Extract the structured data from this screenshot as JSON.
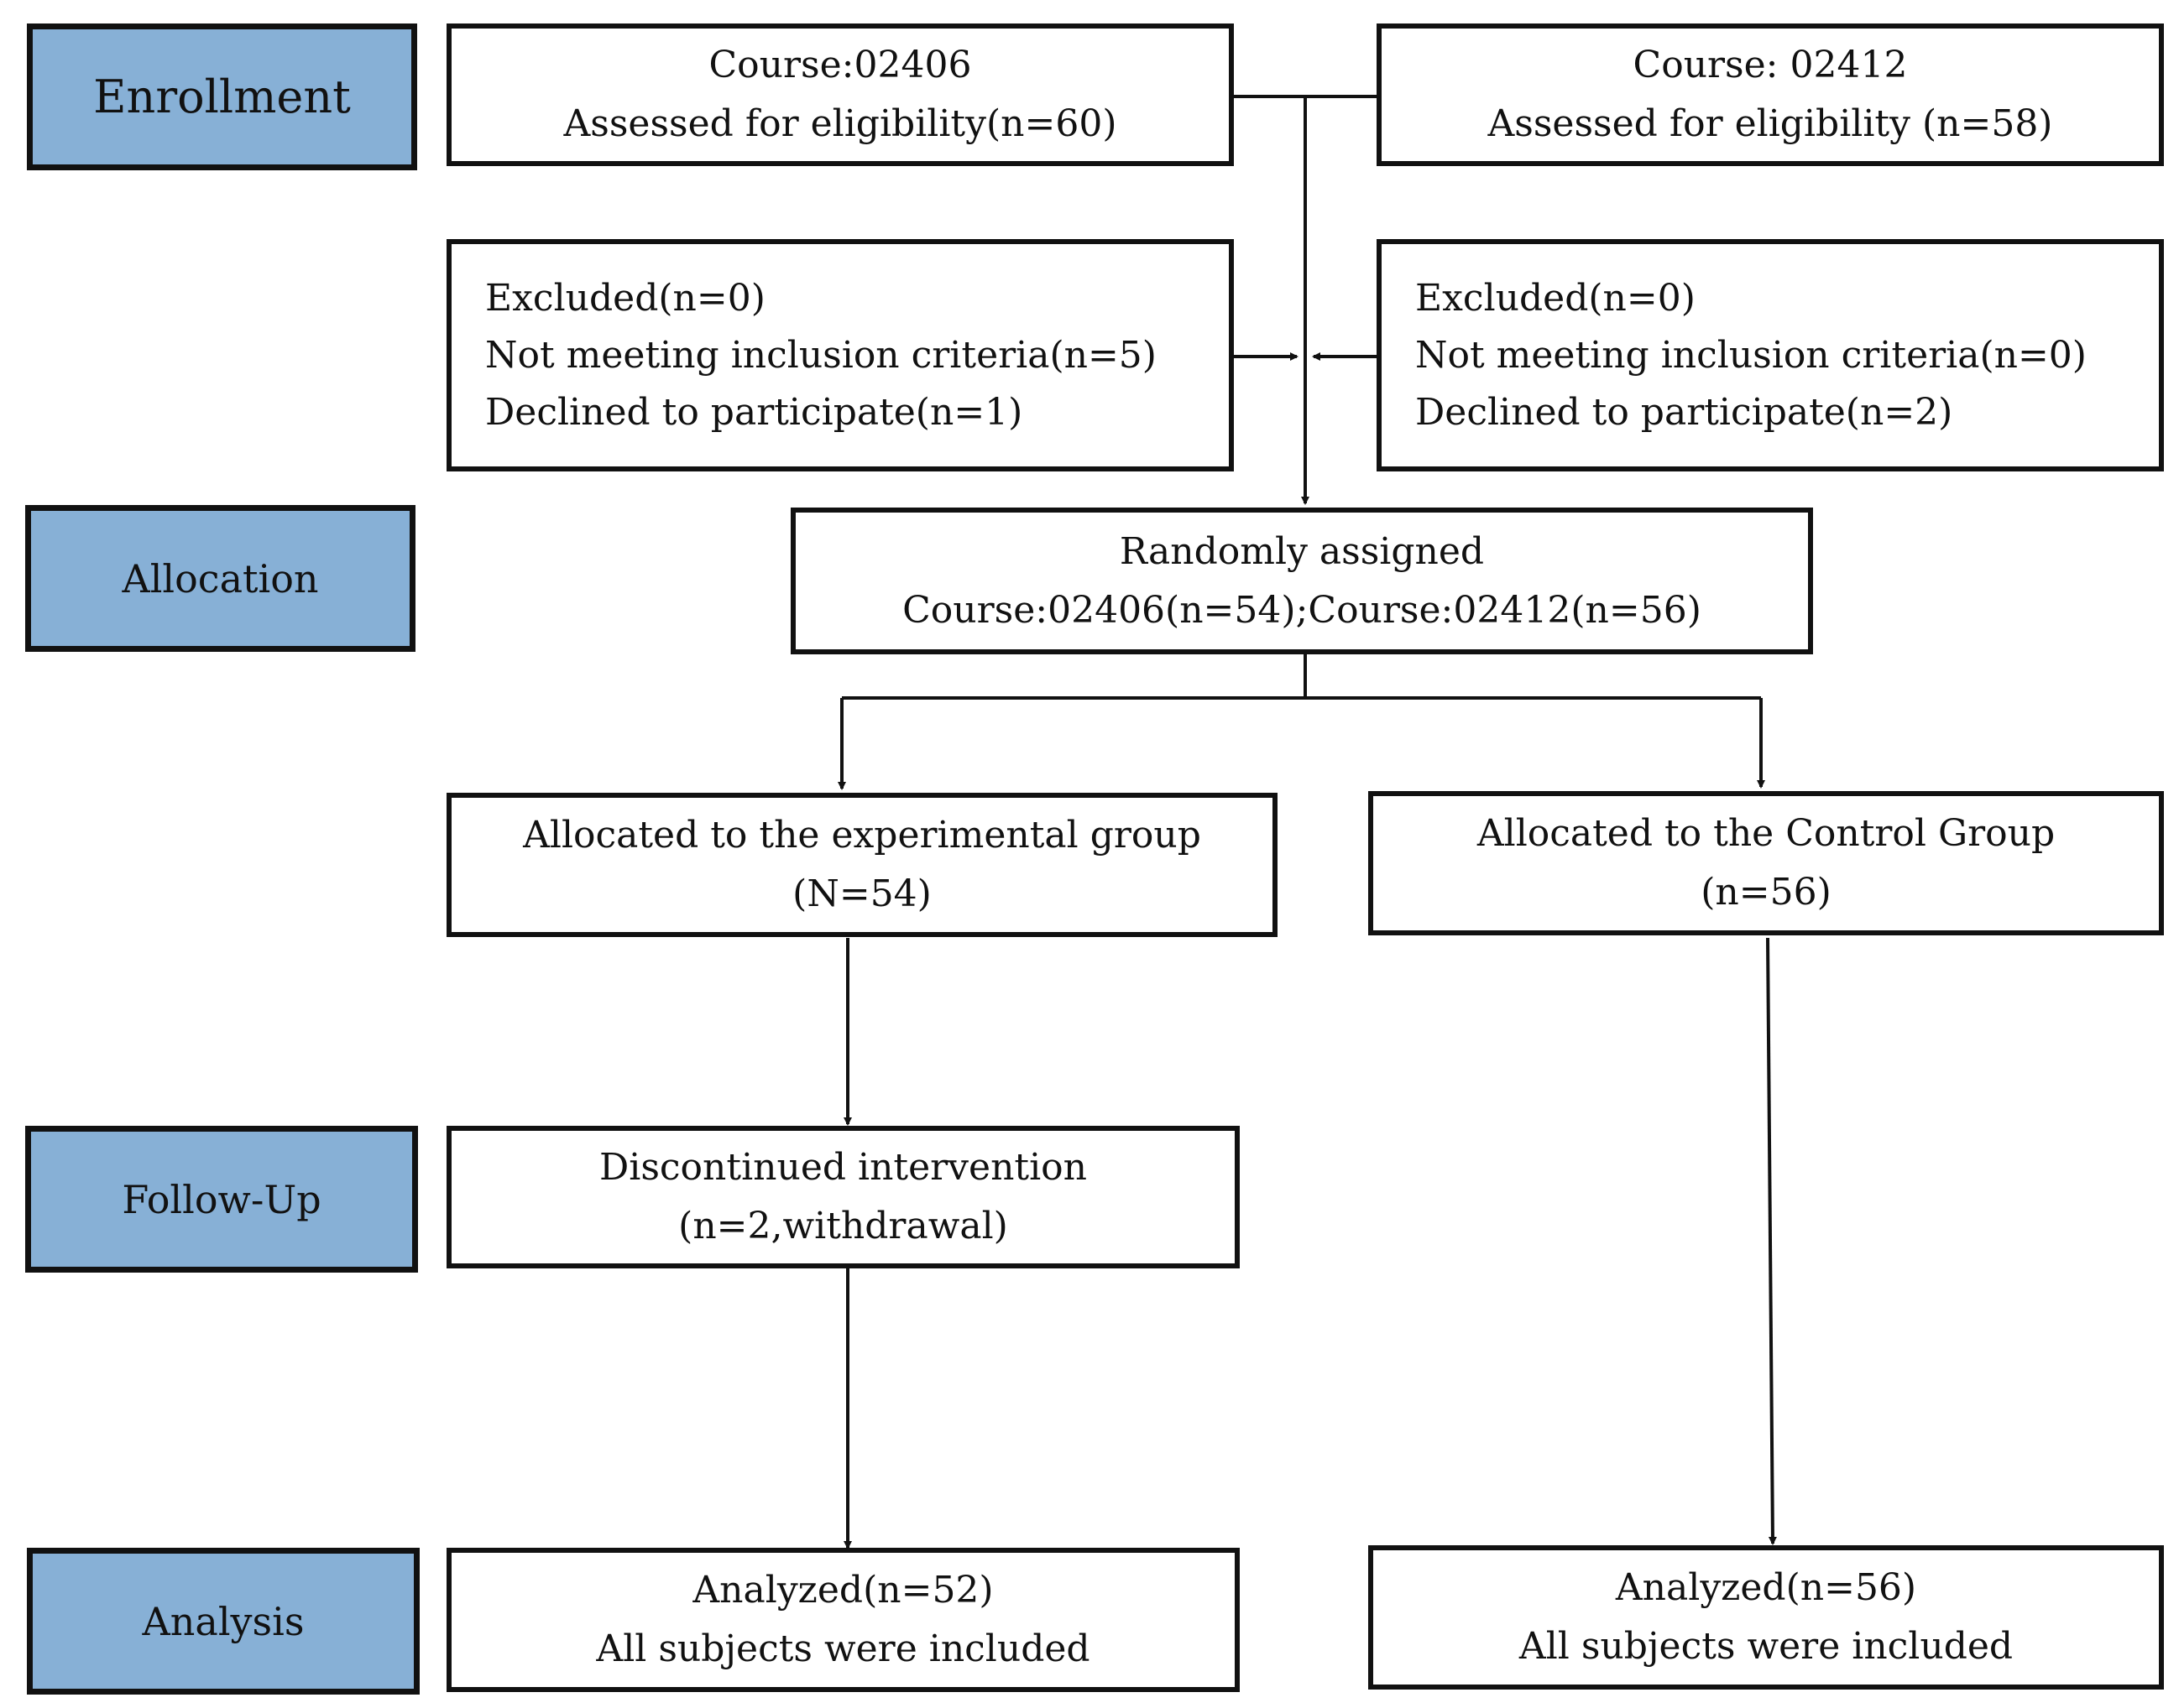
{
  "stages": {
    "enrollment": "Enrollment",
    "allocation": "Allocation",
    "follow_up": "Follow-Up",
    "analysis": "Analysis"
  },
  "enroll_left": {
    "line1": "Course:02406",
    "line2": "Assessed for eligibility(n=60)"
  },
  "enroll_right": {
    "line1": "Course: 02412",
    "line2": "Assessed for eligibility (n=58)"
  },
  "excluded_left": {
    "line1": "Excluded(n=0)",
    "line2": "Not meeting inclusion criteria(n=5)",
    "line3": "Declined to participate(n=1)"
  },
  "excluded_right": {
    "line1": "Excluded(n=0)",
    "line2": "Not meeting inclusion criteria(n=0)",
    "line3": "Declined to participate(n=2)"
  },
  "random": {
    "line1": "Randomly assigned",
    "line2": "Course:02406(n=54);Course:02412(n=56)"
  },
  "alloc_exp": {
    "line1": "Allocated to the experimental group",
    "line2": "(N=54)"
  },
  "alloc_ctrl": {
    "line1": "Allocated to the Control Group",
    "line2": "(n=56)"
  },
  "followup_exp": {
    "line1": "Discontinued intervention",
    "line2": "(n=2,withdrawal)"
  },
  "analysis_exp": {
    "line1": "Analyzed(n=52)",
    "line2": "All subjects were included"
  },
  "analysis_ctrl": {
    "line1": "Analyzed(n=56)",
    "line2": "All subjects were included"
  }
}
